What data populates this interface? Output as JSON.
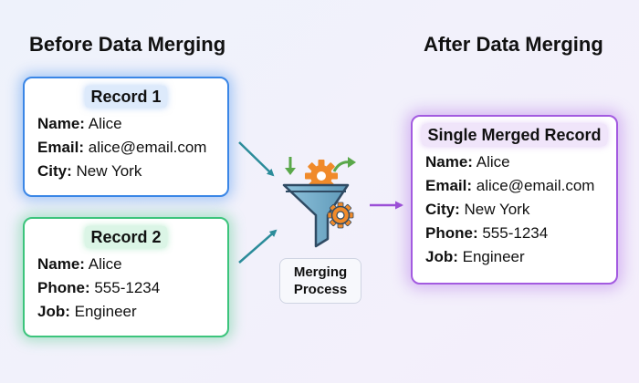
{
  "headings": {
    "before": "Before Data Merging",
    "after": "After Data Merging"
  },
  "record1": {
    "title": "Record 1",
    "fields": [
      {
        "label": "Name:",
        "value": "Alice"
      },
      {
        "label": "Email:",
        "value": "alice@email.com"
      },
      {
        "label": "City:",
        "value": "New York"
      }
    ]
  },
  "record2": {
    "title": "Record 2",
    "fields": [
      {
        "label": "Name:",
        "value": "Alice"
      },
      {
        "label": "Phone:",
        "value": "555-1234"
      },
      {
        "label": "Job:",
        "value": "Engineer"
      }
    ]
  },
  "merged": {
    "title": "Single Merged Record",
    "fields": [
      {
        "label": "Name:",
        "value": "Alice"
      },
      {
        "label": "Email:",
        "value": "alice@email.com"
      },
      {
        "label": "City:",
        "value": "New York"
      },
      {
        "label": "Phone:",
        "value": "555-1234"
      },
      {
        "label": "Job:",
        "value": "Engineer"
      }
    ]
  },
  "process": {
    "line1": "Merging",
    "line2": "Process",
    "icon": "funnel-gears-icon"
  },
  "colors": {
    "record1_border": "#3a86e6",
    "record2_border": "#3cc47c",
    "merged_border": "#a35be0",
    "arrow_in": "#2b8c9a",
    "arrow_out": "#9b4fd6"
  }
}
